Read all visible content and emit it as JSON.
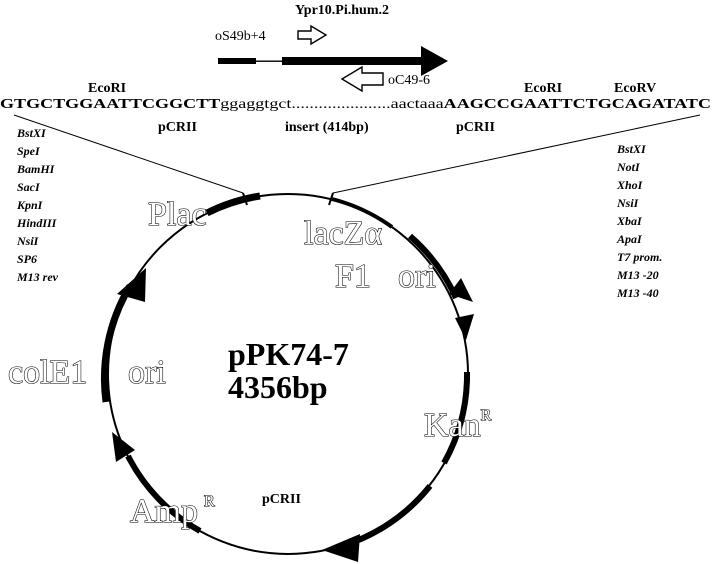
{
  "insert": {
    "name": "Ypr10.Pi.hum.2",
    "forward_primer": "oS49b+4",
    "reverse_primer": "oC49-6",
    "left_site": "EcoRI",
    "right_site_1": "EcoRI",
    "right_site_2": "EcoRV",
    "sequence_left": "GTGCTGGAATTCGGCTT",
    "sequence_insert_start": "ggaggtgct",
    "sequence_dots": "......................",
    "sequence_insert_end": "aactaaa",
    "sequence_right": "AAGCCGAATTCTGCAGATATC",
    "vector_left_label": "pCRII",
    "insert_label": "insert  (414bp)",
    "vector_right_label": "pCRII"
  },
  "left_sites": [
    "BstXI",
    "SpeI",
    "BamHI",
    "SacI",
    "KpnI",
    "HindIII",
    "NsiI",
    "SP6",
    "M13  rev"
  ],
  "right_sites": [
    "BstXI",
    "NotI",
    "XhoI",
    "NsiI",
    "XbaI",
    "ApaI",
    "T7  prom.",
    "M13  -20",
    "M13  -40"
  ],
  "plasmid": {
    "name": "pPK74-7",
    "size": "4356bp",
    "backbone_label": "pCRII"
  },
  "features": {
    "plac": "Plac",
    "lacz": "lacZα",
    "f1_a": "F1",
    "f1_b": "ori",
    "kan": "Kan",
    "kan_sup": "R",
    "amp": "Amp",
    "amp_sup": "R",
    "cole1_a": "colE1",
    "cole1_b": "ori"
  },
  "colors": {
    "ink": "#000000",
    "paper": "#ffffff"
  }
}
